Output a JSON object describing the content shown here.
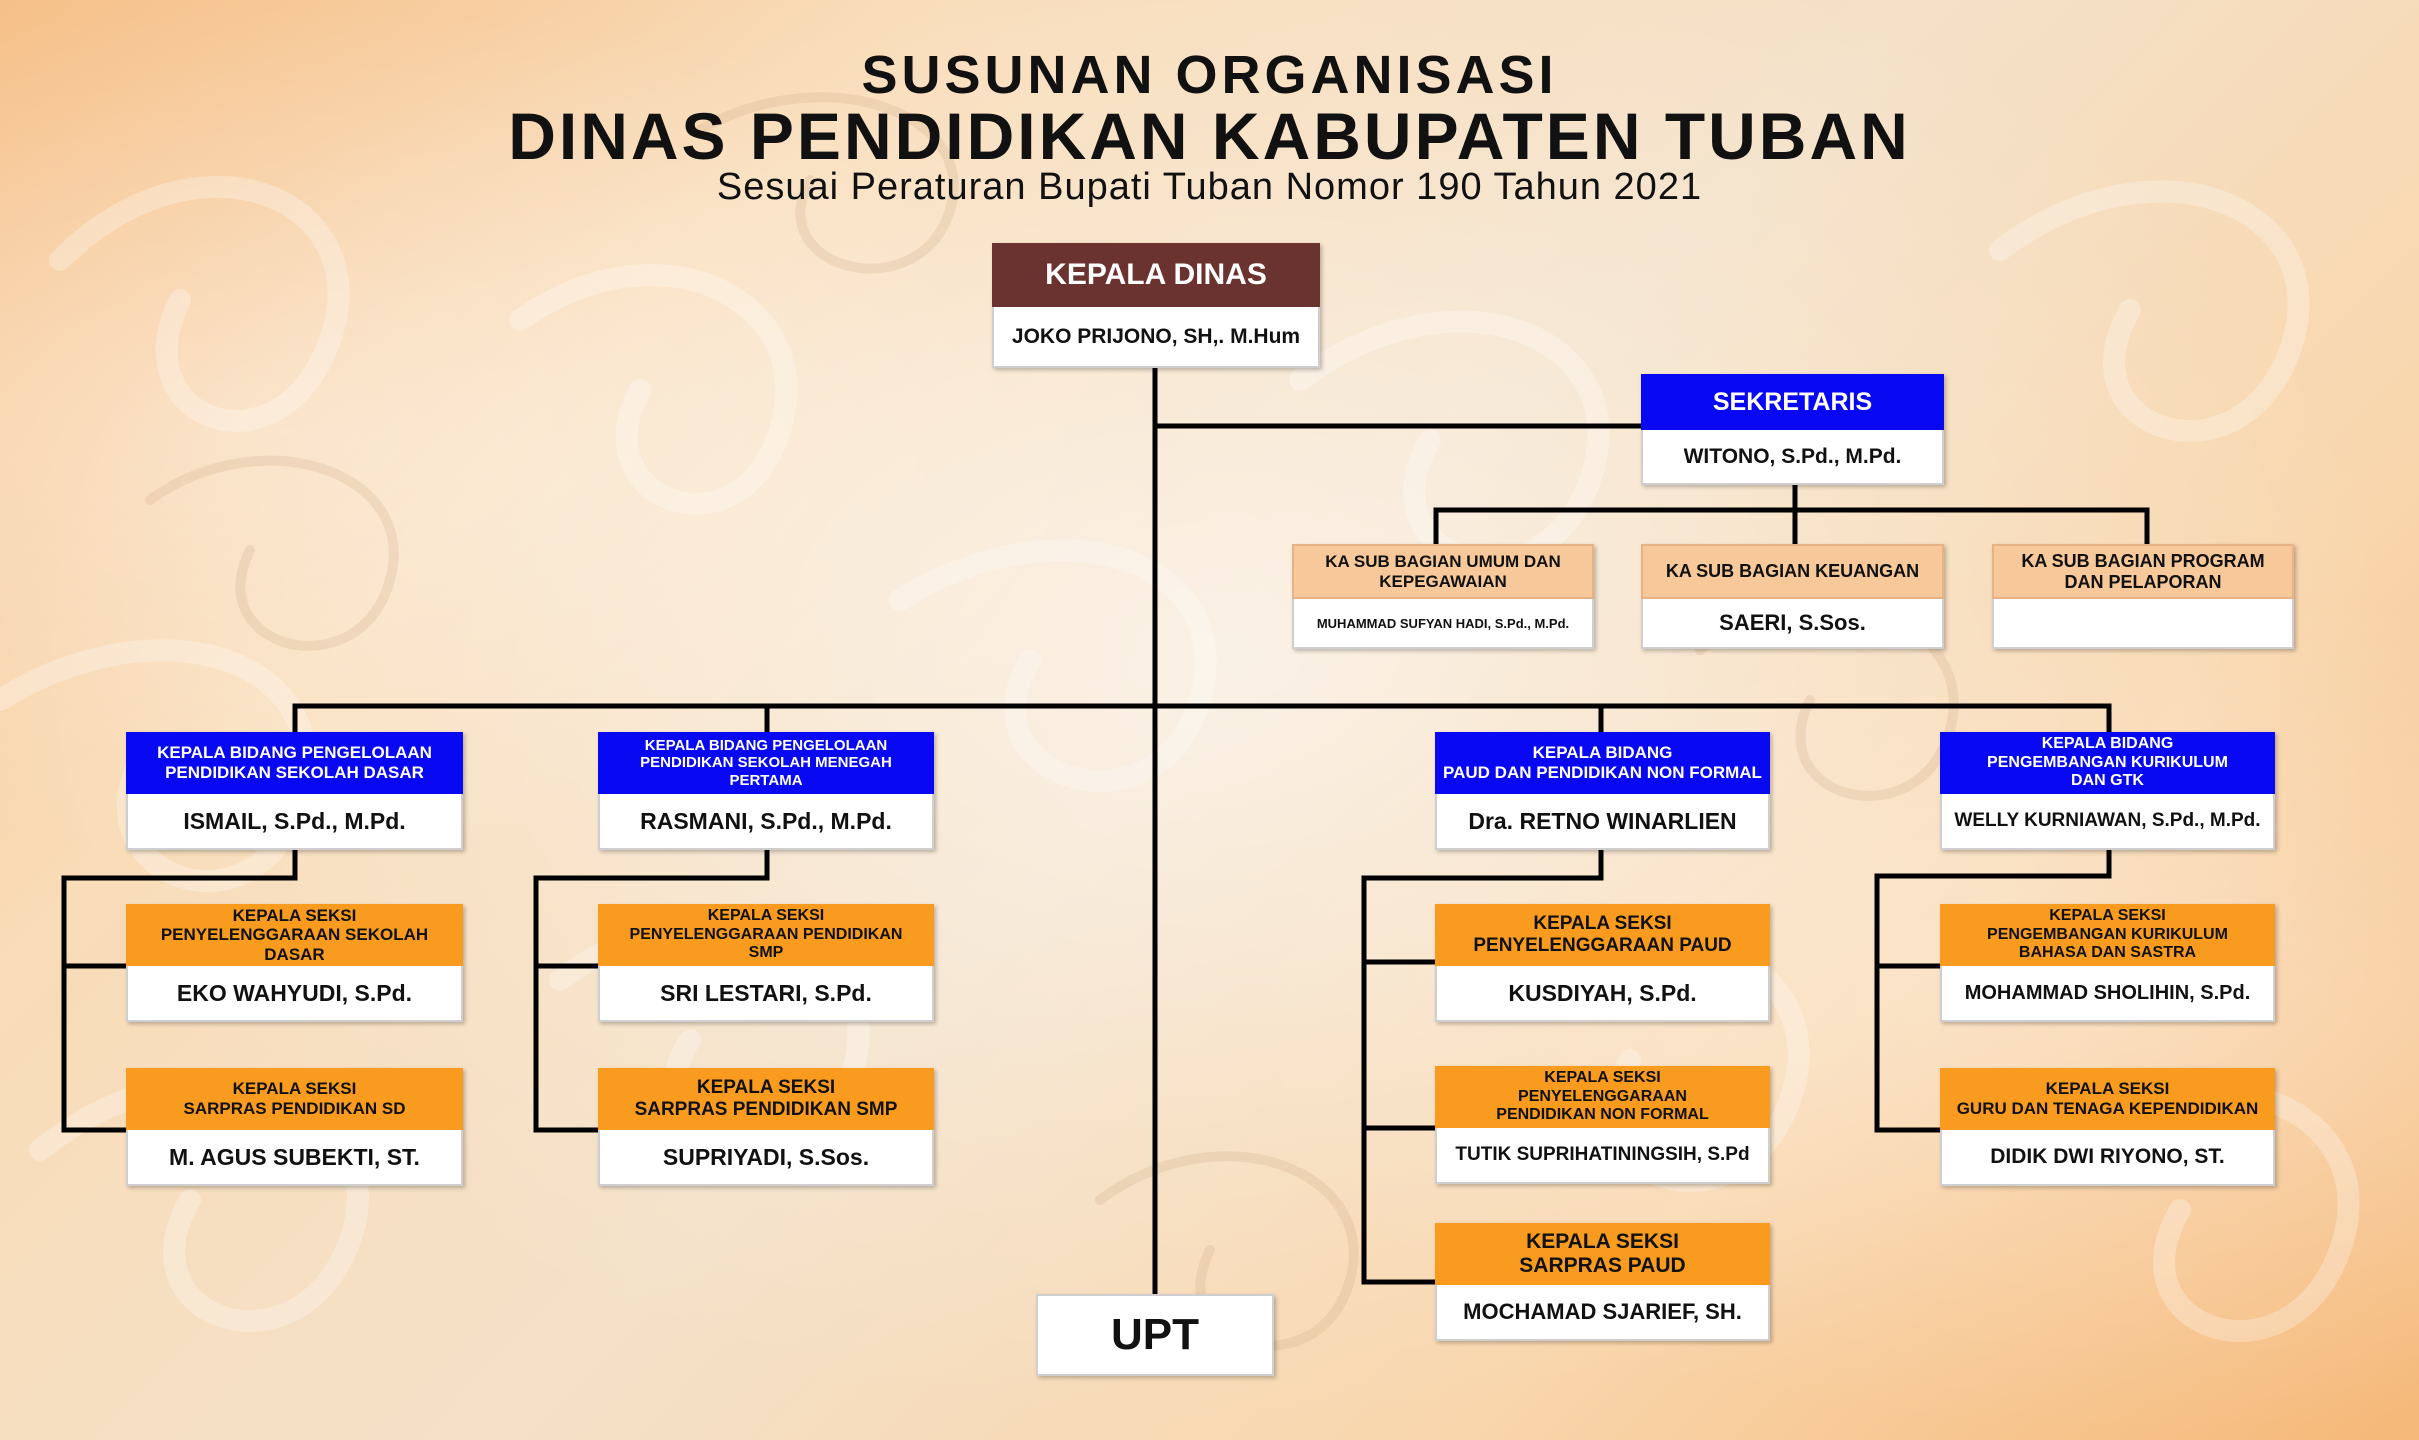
{
  "title_line1": "SUSUNAN ORGANISASI",
  "title_line2": "DINAS PENDIDIKAN KABUPATEN TUBAN",
  "subtitle": "Sesuai Peraturan Bupati Tuban Nomor 190 Tahun 2021",
  "colors": {
    "head": "#6b3330",
    "blue": "#0808f2",
    "orange": "#f99b1e",
    "peach": "#f7c89a",
    "line": "#000000"
  },
  "kepala_dinas": {
    "title": "KEPALA DINAS",
    "name": "JOKO PRIJONO, SH,. M.Hum"
  },
  "sekretaris": {
    "title": "SEKRETARIS",
    "name": "WITONO, S.Pd., M.Pd."
  },
  "subbagian": [
    {
      "title": "KA SUB BAGIAN UMUM DAN\nKEPEGAWAIAN",
      "name": "MUHAMMAD SUFYAN HADI, S.Pd., M.Pd."
    },
    {
      "title": "KA SUB BAGIAN KEUANGAN",
      "name": "SAERI, S.Sos."
    },
    {
      "title": "KA SUB BAGIAN PROGRAM\nDAN PELAPORAN",
      "name": ""
    }
  ],
  "bidang": [
    {
      "title": "KEPALA BIDANG PENGELOLAAN\nPENDIDIKAN SEKOLAH DASAR",
      "name": "ISMAIL, S.Pd., M.Pd."
    },
    {
      "title": "KEPALA BIDANG PENGELOLAAN\nPENDIDIKAN SEKOLAH MENEGAH PERTAMA",
      "name": "RASMANI, S.Pd., M.Pd."
    },
    {
      "title": "KEPALA BIDANG\nPAUD DAN PENDIDIKAN NON FORMAL",
      "name": "Dra. RETNO WINARLIEN"
    },
    {
      "title": "KEPALA BIDANG\nPENGEMBANGAN KURIKULUM\nDAN GTK",
      "name": "WELLY KURNIAWAN, S.Pd., M.Pd."
    }
  ],
  "seksi_sd": [
    {
      "title": "KEPALA SEKSI\nPENYELENGGARAAN SEKOLAH DASAR",
      "name": "EKO WAHYUDI, S.Pd."
    },
    {
      "title": "KEPALA SEKSI\nSARPRAS PENDIDIKAN SD",
      "name": "M. AGUS SUBEKTI, ST."
    }
  ],
  "seksi_smp": [
    {
      "title": "KEPALA SEKSI\nPENYELENGGARAAN PENDIDIKAN\nSMP",
      "name": "SRI LESTARI, S.Pd."
    },
    {
      "title": "KEPALA SEKSI\nSARPRAS PENDIDIKAN SMP",
      "name": "SUPRIYADI, S.Sos."
    }
  ],
  "seksi_paud": [
    {
      "title": "KEPALA SEKSI\nPENYELENGGARAAN PAUD",
      "name": "KUSDIYAH, S.Pd."
    },
    {
      "title": "KEPALA SEKSI\nPENYELENGGARAAN\nPENDIDIKAN NON FORMAL",
      "name": "TUTIK SUPRIHATININGSIH, S.Pd"
    },
    {
      "title": "KEPALA SEKSI\nSARPRAS PAUD",
      "name": "MOCHAMAD SJARIEF, SH."
    }
  ],
  "seksi_gtk": [
    {
      "title": "KEPALA SEKSI\nPENGEMBANGAN KURIKULUM\nBAHASA DAN SASTRA",
      "name": "MOHAMMAD SHOLIHIN, S.Pd."
    },
    {
      "title": "KEPALA SEKSI\nGURU DAN TENAGA KEPENDIDIKAN",
      "name": "DIDIK DWI RIYONO, ST."
    }
  ],
  "upt": "UPT"
}
